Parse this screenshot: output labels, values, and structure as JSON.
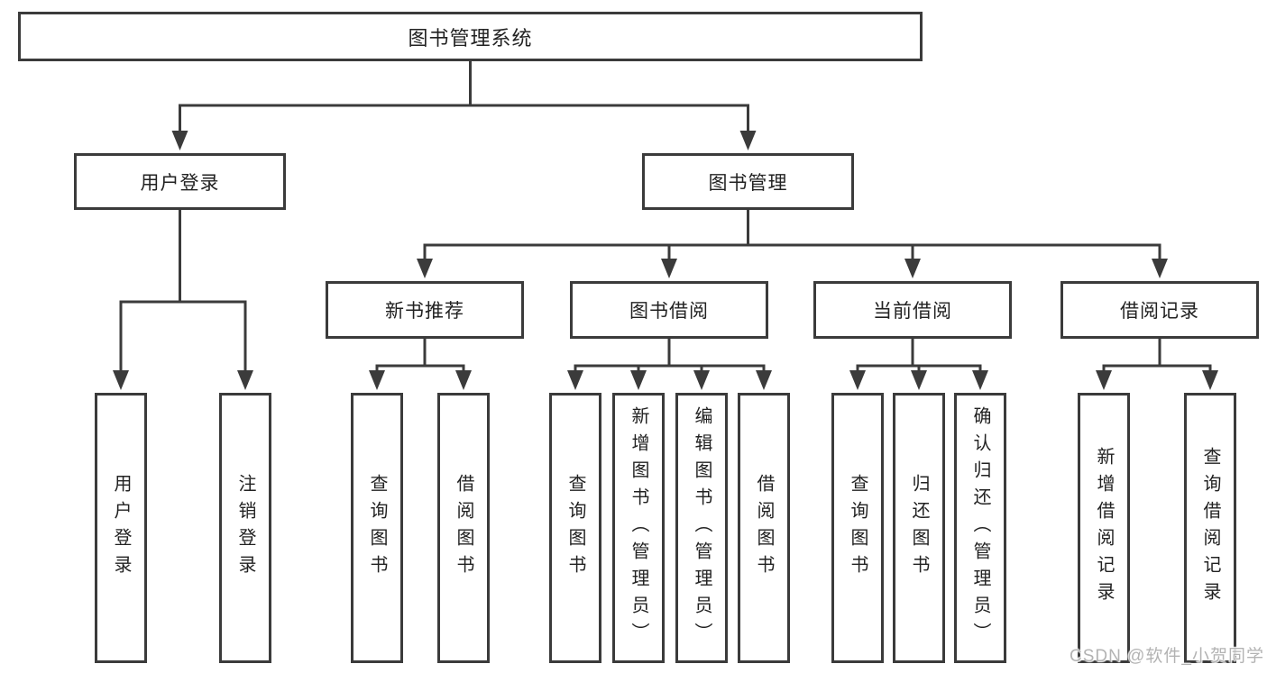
{
  "diagram_title": "图书管理系统",
  "watermark": "CSDN @软件_小贺同学",
  "colors": {
    "line": "#3b3b3b",
    "text": "#222222",
    "watermark": "#b3b3b3",
    "background": "#ffffff"
  },
  "tree": {
    "root": {
      "label": "图书管理系统"
    },
    "branches": [
      {
        "label": "用户登录",
        "leaves": [
          {
            "label": "用户登录"
          },
          {
            "label": "注销登录"
          }
        ]
      },
      {
        "label": "图书管理",
        "sections": [
          {
            "label": "新书推荐",
            "leaves": [
              {
                "label": "查询图书"
              },
              {
                "label": "借阅图书"
              }
            ]
          },
          {
            "label": "图书借阅",
            "leaves": [
              {
                "label": "查询图书"
              },
              {
                "label": "新增图书（管理员）"
              },
              {
                "label": "编辑图书（管理员）"
              },
              {
                "label": "借阅图书"
              }
            ]
          },
          {
            "label": "当前借阅",
            "leaves": [
              {
                "label": "查询图书"
              },
              {
                "label": "归还图书"
              },
              {
                "label": "确认归还（管理员）"
              }
            ]
          },
          {
            "label": "借阅记录",
            "leaves": [
              {
                "label": "新增借阅记录"
              },
              {
                "label": "查询借阅记录"
              }
            ]
          }
        ]
      }
    ]
  }
}
